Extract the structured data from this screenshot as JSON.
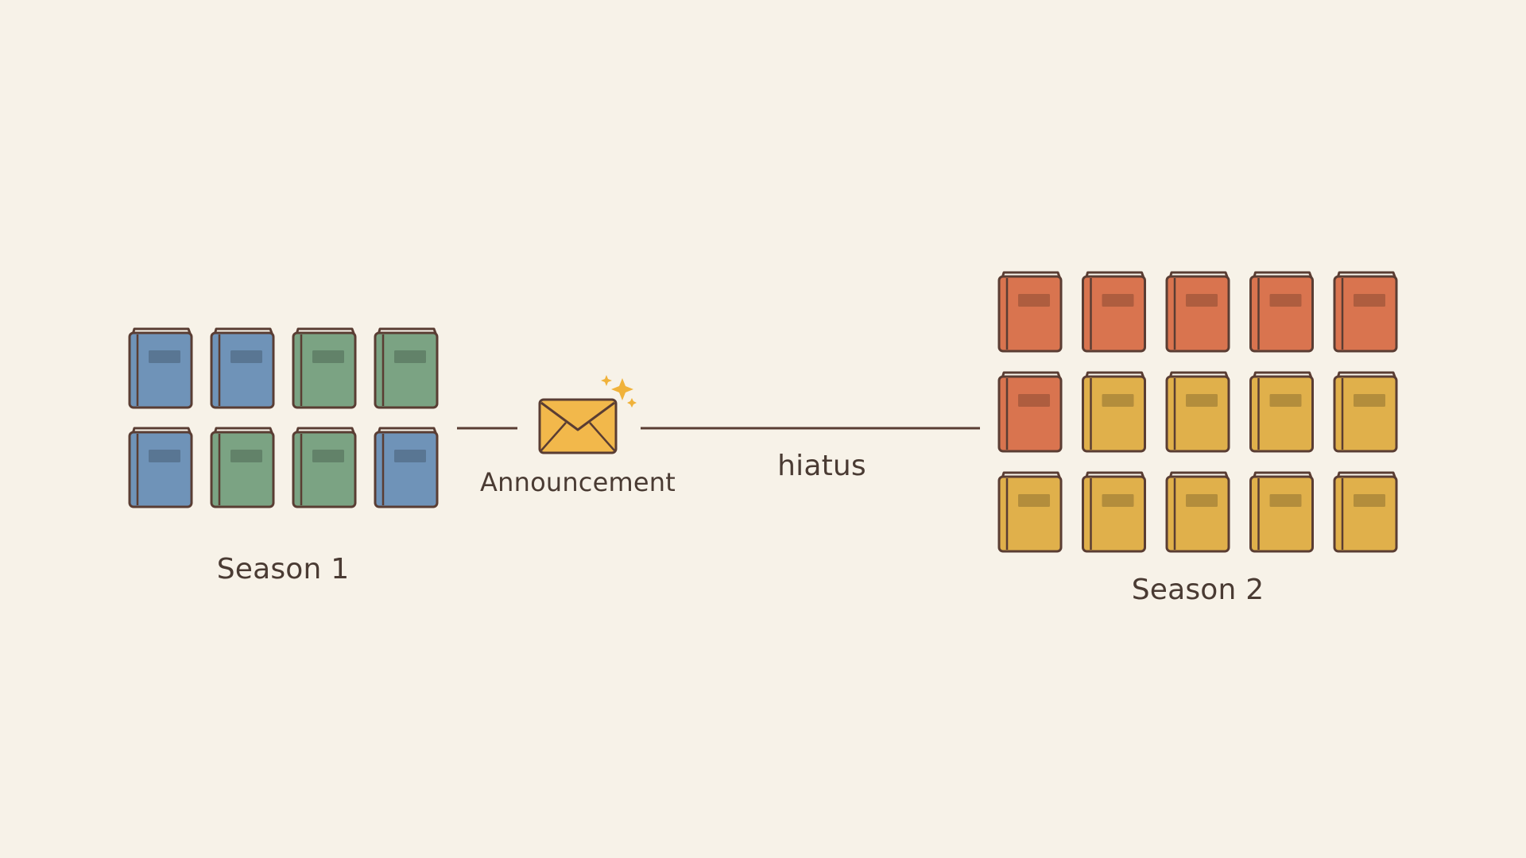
{
  "labels": {
    "season_1": "Season 1",
    "announcement": "Announcement",
    "hiatus": "hiatus",
    "season_2": "Season 2"
  },
  "colors": {
    "background": "#f7f2e8",
    "outline": "#5a3d33",
    "text": "#4a3b33",
    "blue_book": "#6f93b8",
    "green_book": "#7ba383",
    "red_book": "#d9744f",
    "yellow_book": "#e0b04b",
    "envelope": "#f2b84b",
    "sparkle": "#f0b23a"
  },
  "season_1": {
    "rows": [
      [
        "blue",
        "blue",
        "green",
        "green"
      ],
      [
        "blue",
        "green",
        "green",
        "blue"
      ]
    ]
  },
  "season_2": {
    "rows": [
      [
        "red",
        "red",
        "red",
        "red",
        "red"
      ],
      [
        "red",
        "yellow",
        "yellow",
        "yellow",
        "yellow"
      ],
      [
        "yellow",
        "yellow",
        "yellow",
        "yellow",
        "yellow"
      ]
    ]
  },
  "icons": {
    "envelope": "envelope-icon",
    "sparkle": "sparkle-icon",
    "book": "book-icon"
  }
}
